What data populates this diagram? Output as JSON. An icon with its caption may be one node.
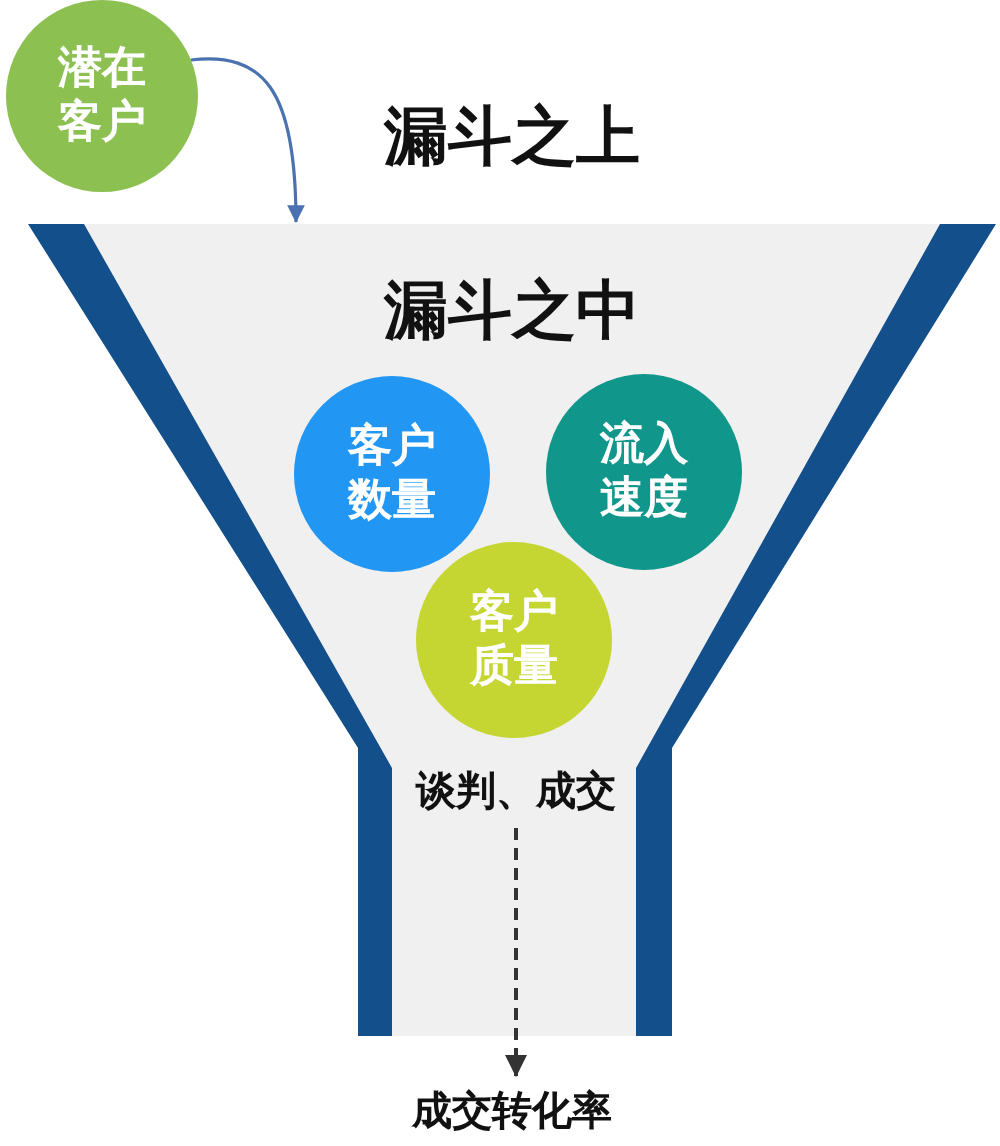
{
  "diagram": {
    "nodes": [
      {
        "text": [
          "潜在客户"
        ]
      },
      {
        "text": [
          "漏斗之中"
        ]
      },
      {
        "text": [
          "客户数量"
        ],
        "in": 1
      },
      {
        "text": [
          "流入速度"
        ],
        "in": 1
      },
      {
        "text": [
          "客户质量"
        ],
        "in": 1
      },
      {
        "text": [
          "谈判、成交"
        ],
        "in": 1
      },
      {
        "text": [
          "成交转化率"
        ]
      }
    ],
    "edges": [
      {
        "from": 0,
        "to": 1,
        "arrow": "to",
        "color": "#4a72b0"
      },
      {
        "from": 5,
        "to": 6,
        "arrow": "to",
        "style": "dashed",
        "color": "#333333"
      }
    ],
    "labels": [
      "漏斗之上"
    ]
  }
}
